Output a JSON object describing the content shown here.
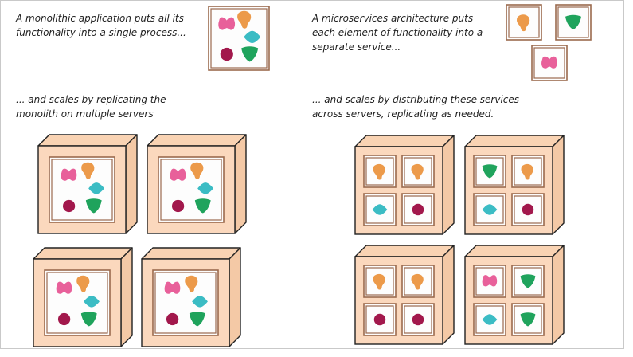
{
  "captions": {
    "monolith_intro": "A monolithic application puts all its functionality into a single process...",
    "monolith_scale": "... and scales by replicating the monolith on multiple servers",
    "micro_intro": "A microservices architecture puts each element of functionality into a separate service...",
    "micro_scale": "... and scales by distributing these services across servers, replicating as needed."
  },
  "colors": {
    "server_front": "#fbd8bd",
    "server_top": "#f9d3b3",
    "server_side": "#f4c9a6",
    "outline": "#222222",
    "frame_brown": "#9b6a4e",
    "pink_blob": "#e8609a",
    "orange_blob": "#ec9a4a",
    "teal_diamond": "#3bbcc4",
    "maroon_circle": "#a2184c",
    "green_shield": "#1fa35c"
  },
  "monolith_shapes": [
    "pink-blob",
    "orange-blob",
    "teal-diamond",
    "maroon-circle",
    "green-shield"
  ],
  "microservice_server_layouts": [
    [
      "orange-blob",
      "orange-blob",
      "teal-diamond",
      "maroon-circle"
    ],
    [
      "green-shield",
      "orange-blob",
      "teal-diamond",
      "maroon-circle"
    ],
    [
      "orange-blob",
      "orange-blob",
      "maroon-circle",
      "maroon-circle"
    ],
    [
      "pink-blob",
      "green-shield",
      "teal-diamond",
      "green-shield"
    ]
  ],
  "standalone_services": [
    "orange-blob",
    "green-shield",
    "pink-blob"
  ]
}
